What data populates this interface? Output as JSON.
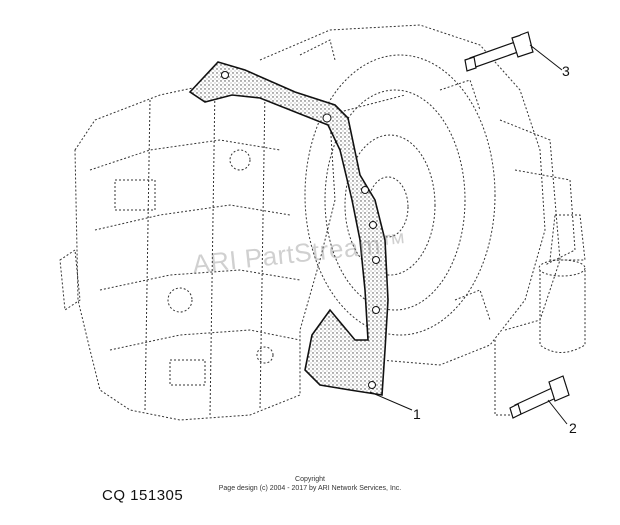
{
  "diagram": {
    "callouts": [
      "1",
      "2",
      "3"
    ],
    "watermark": "ARI PartStream™",
    "figure_id": "CQ  151305"
  },
  "footer": {
    "copyright": "Copyright",
    "design": "Page design (c) 2004 - 2017 by ARI Network Services, Inc."
  }
}
